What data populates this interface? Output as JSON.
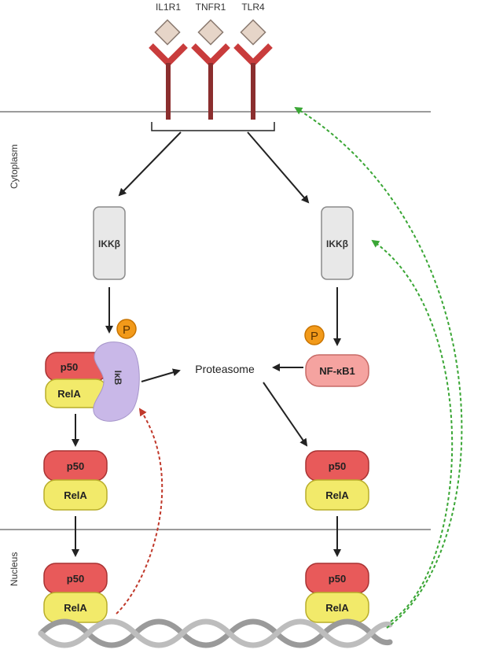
{
  "receptors": [
    {
      "label": "IL1R1"
    },
    {
      "label": "TNFR1"
    },
    {
      "label": "TLR4"
    }
  ],
  "compartments": {
    "cytoplasm": "Cytoplasm",
    "nucleus": "Nucleus"
  },
  "left_pathway": {
    "kinase": "IKKβ",
    "phospho": "P",
    "p50": "p50",
    "rela": "RelA",
    "inhibitor": "IκB",
    "free_p50": "p50",
    "free_rela": "RelA",
    "nuclear_p50": "p50",
    "nuclear_rela": "RelA"
  },
  "right_pathway": {
    "kinase": "IKKβ",
    "phospho": "P",
    "precursor": "NF-κB1",
    "free_p50": "p50",
    "free_rela": "RelA",
    "nuclear_p50": "p50",
    "nuclear_rela": "RelA"
  },
  "proteasome": "Proteasome",
  "colors": {
    "membrane": "#7a7a7a",
    "receptor_stem": "#8b2e2e",
    "receptor_arms": "#c93c3c",
    "ligand": "#e6d5c8",
    "ikk_fill": "#e8e8e8",
    "p50_fill": "#e85a5a",
    "rela_fill": "#f2ea6a",
    "ikb_fill": "#c9b8e8",
    "phospho_fill": "#f29a1a",
    "nfkb1_fill": "#f5a3a0",
    "dna": "#9a9a9a",
    "feedback_red": "#c0392b",
    "feedback_green": "#3aa635",
    "arrow": "#222222"
  }
}
